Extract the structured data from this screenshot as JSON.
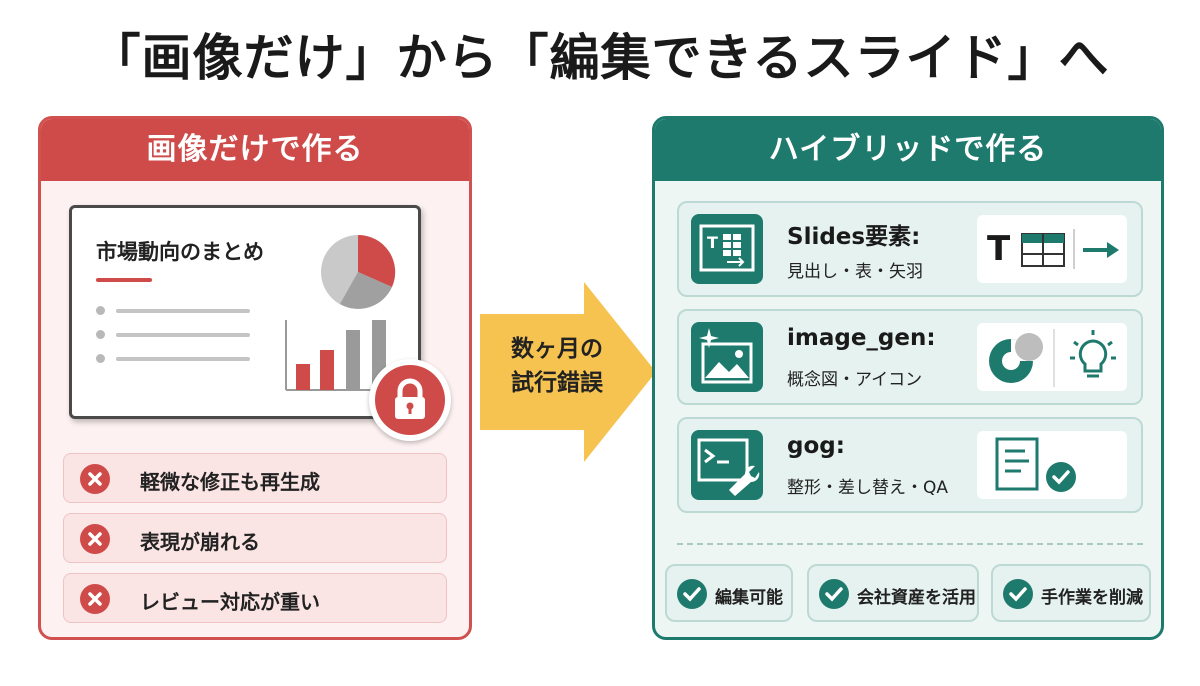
{
  "title": "「画像だけ」から「編集できるスライド」へ",
  "left_panel": {
    "header": "画像だけで作る",
    "slide_title": "市場動向のまとめ",
    "issues": [
      {
        "label": "軽微な修正も再生成"
      },
      {
        "label": "表現が崩れる"
      },
      {
        "label": "レビュー対応が重い"
      }
    ]
  },
  "arrow": {
    "line1": "数ヶ月の",
    "line2": "試行錯誤"
  },
  "right_panel": {
    "header": "ハイブリッドで作る",
    "tools": [
      {
        "name": "Slides要素:",
        "desc": "見出し・表・矢羽",
        "icon": "slide-table-icon"
      },
      {
        "name": "image_gen:",
        "desc": "概念図・アイコン",
        "icon": "image-spark-icon"
      },
      {
        "name": "gog:",
        "desc": "整形・差し替え・QA",
        "icon": "terminal-wrench-icon"
      }
    ],
    "text_glyph": "T",
    "benefits": [
      {
        "label": "編集可能"
      },
      {
        "label": "会社資産を活用"
      },
      {
        "label": "手作業を削減"
      }
    ]
  },
  "colors": {
    "red": "#cf4b4a",
    "teal": "#1f7a6e",
    "amber": "#f6c350"
  }
}
